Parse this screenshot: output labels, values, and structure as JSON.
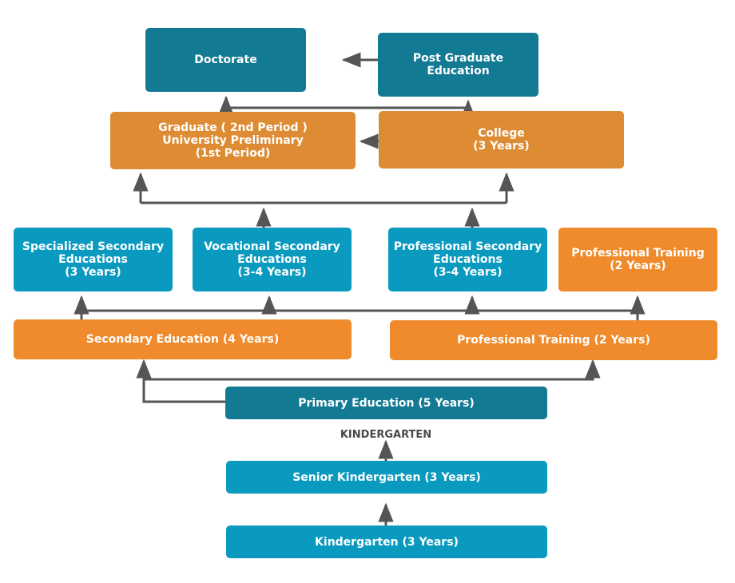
{
  "nodes": {
    "doctorate": {
      "lines": [
        "Doctorate"
      ],
      "color": "#137a93"
    },
    "post_graduate": {
      "lines": [
        "Post Graduate",
        "Education"
      ],
      "color": "#137a93"
    },
    "graduate": {
      "lines": [
        "Graduate ( 2nd Period )",
        "University Preliminary",
        "(1st Period)"
      ],
      "color": "#de8c34"
    },
    "college": {
      "lines": [
        "College",
        "(3 Years)"
      ],
      "color": "#de8c34"
    },
    "specialized_secondary": {
      "lines": [
        "Specialized Secondary",
        "Educations",
        "(3 Years)"
      ],
      "color": "#0a9ac0"
    },
    "vocational_secondary": {
      "lines": [
        "Vocational Secondary",
        "Educations",
        "(3-4 Years)"
      ],
      "color": "#0a9ac0"
    },
    "professional_secondary": {
      "lines": [
        "Professional Secondary",
        "Educations",
        "(3-4 Years)"
      ],
      "color": "#0a9ac0"
    },
    "professional_training_upper": {
      "lines": [
        "Professional Training",
        "(2 Years)"
      ],
      "color": "#ef8b2c"
    },
    "secondary_education": {
      "lines": [
        "Secondary Education (4 Years)"
      ],
      "color": "#ef8b2c"
    },
    "professional_training_lower": {
      "lines": [
        "Professional Training (2 Years)"
      ],
      "color": "#ef8b2c"
    },
    "primary_education": {
      "lines": [
        "Primary Education (5 Years)"
      ],
      "color": "#137a93"
    },
    "senior_kindergarten": {
      "lines": [
        "Senior Kindergarten (3 Years)"
      ],
      "color": "#0a9ac0"
    },
    "kindergarten": {
      "lines": [
        "Kindergarten (3 Years)"
      ],
      "color": "#0a9ac0"
    }
  },
  "section_label": "KINDERGARTEN",
  "connector_color": "#555555"
}
